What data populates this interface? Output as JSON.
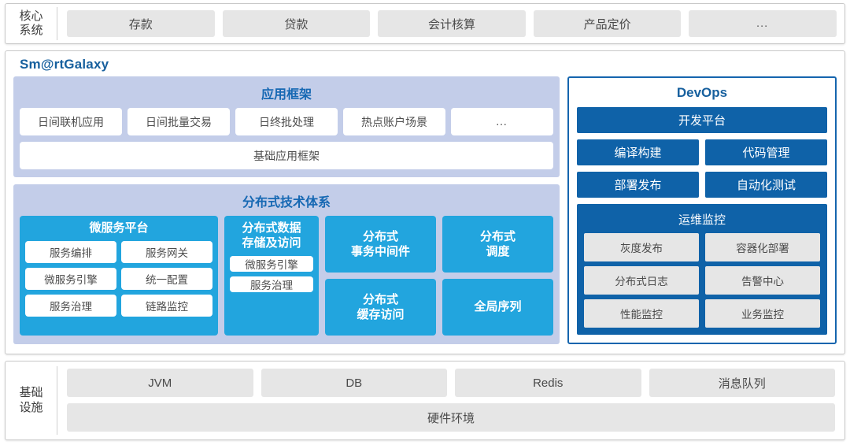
{
  "core_system": {
    "label_line1": "核心",
    "label_line2": "系统",
    "items": [
      {
        "label": "存款"
      },
      {
        "label": "贷款"
      },
      {
        "label": "会计核算"
      },
      {
        "label": "产品定价"
      },
      {
        "label": "…"
      }
    ]
  },
  "galaxy": {
    "title": "Sm@rtGalaxy",
    "app_framework": {
      "title": "应用框架",
      "items": [
        {
          "label": "日间联机应用"
        },
        {
          "label": "日间批量交易"
        },
        {
          "label": "日终批处理"
        },
        {
          "label": "热点账户场景"
        },
        {
          "label": "…"
        }
      ],
      "base": "基础应用框架"
    },
    "distributed": {
      "title": "分布式技术体系",
      "microservice": {
        "title": "微服务平台",
        "items": [
          "服务编排",
          "服务网关",
          "微服务引擎",
          "统一配置",
          "服务治理",
          "链路监控"
        ]
      },
      "data_storage": {
        "title": "分布式数据\n存储及访问",
        "title_line1": "分布式数据",
        "title_line2": "存储及访问",
        "items": [
          "微服务引擎",
          "服务治理"
        ]
      },
      "tiles": [
        {
          "line1": "分布式",
          "line2": "事务中间件"
        },
        {
          "line1": "分布式",
          "line2": "调度"
        },
        {
          "line1": "分布式",
          "line2": "缓存访问"
        },
        {
          "line1": "全局序列",
          "line2": ""
        }
      ]
    }
  },
  "devops": {
    "title": "DevOps",
    "platform": "开发平台",
    "rows": [
      {
        "left": "编译构建",
        "right": "代码管理"
      },
      {
        "left": "部署发布",
        "right": "自动化测试"
      }
    ],
    "ops_monitoring": {
      "title": "运维监控",
      "items": [
        {
          "left": "灰度发布",
          "right": "容器化部署"
        },
        {
          "left": "分布式日志",
          "right": "告警中心"
        },
        {
          "left": "性能监控",
          "right": "业务监控"
        }
      ]
    }
  },
  "infrastructure": {
    "label_line1": "基础",
    "label_line2": "设施",
    "items": [
      {
        "label": "JVM"
      },
      {
        "label": "DB"
      },
      {
        "label": "Redis"
      },
      {
        "label": "消息队列"
      }
    ],
    "hardware": "硬件环境"
  },
  "colors": {
    "accent_dark_blue": "#0f62a8",
    "accent_title_blue": "#17609e",
    "accent_cyan": "#22a5de",
    "lavender_panel": "#c3cde9",
    "gray_chip": "#e6e6e6"
  }
}
